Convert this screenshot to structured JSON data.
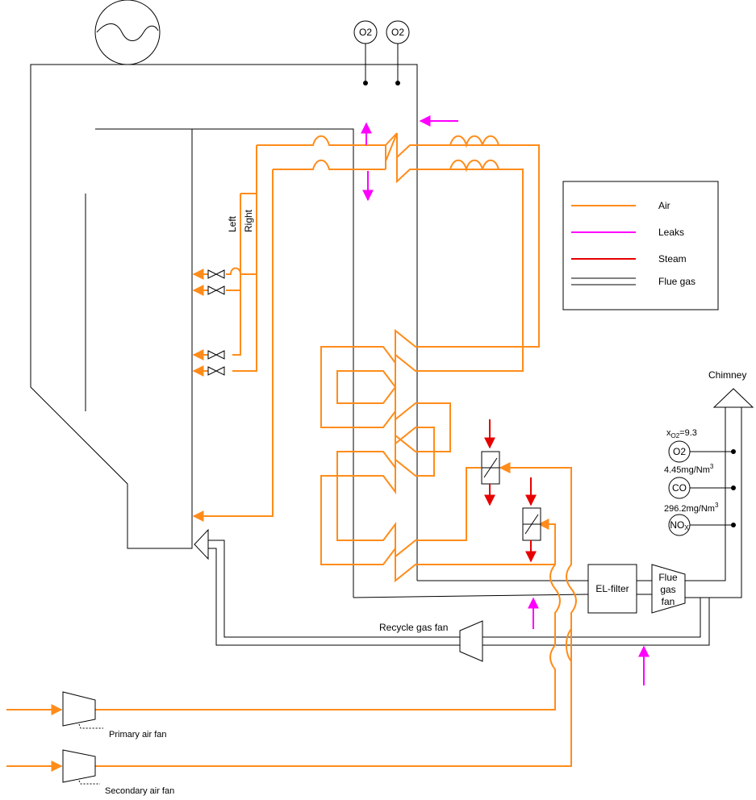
{
  "colors": {
    "air": "#FF8C1A",
    "leaks": "#FF00FF",
    "steam": "#E60000",
    "flue_gas": "#000000"
  },
  "legend": [
    {
      "key": "air",
      "label": "Air"
    },
    {
      "key": "leaks",
      "label": "Leaks"
    },
    {
      "key": "steam",
      "label": "Steam"
    },
    {
      "key": "flue_gas",
      "label": "Flue gas"
    }
  ],
  "sensors": {
    "top_left": "O2",
    "top_right": "O2",
    "stack_o2": "O2",
    "stack_co": "CO",
    "stack_nox": {
      "main": "NO",
      "sub": "X"
    }
  },
  "readings": {
    "o2": {
      "prefix": "x",
      "sub": "O2",
      "value": "=9.3"
    },
    "co": {
      "value": "4.45mg/Nm",
      "sup": "3"
    },
    "nox": {
      "value": "296.2mg/Nm",
      "sup": "3"
    }
  },
  "labels": {
    "left": "Left",
    "right": "Right",
    "chimney": "Chimney",
    "el_filter": "EL-filter",
    "flue_gas_fan": [
      "Flue",
      "gas",
      "fan"
    ],
    "recycle_gas_fan": "Recycle gas fan",
    "primary_air_fan": "Primary air fan",
    "secondary_air_fan": "Secondary air fan"
  }
}
